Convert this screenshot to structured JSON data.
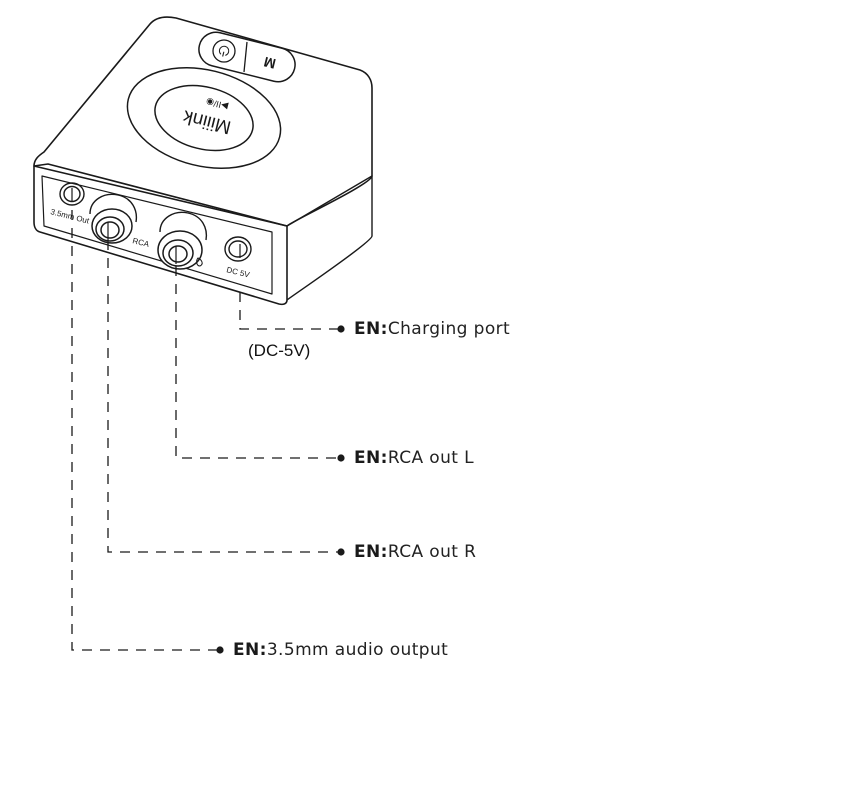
{
  "device": {
    "brand": "Miiink",
    "power_button_label": "⏻",
    "mode_button_label": "M",
    "play_pause_glyph": "▶II/◉",
    "port_labels": {
      "aux": "3.5mm Out",
      "rca": "RCA",
      "dc": "DC 5V"
    }
  },
  "callouts": [
    {
      "id": "charging",
      "prefix": "EN:",
      "text": "Charging port",
      "sublabel": "(DC-5V)"
    },
    {
      "id": "rca-l",
      "prefix": "EN:",
      "text": "RCA out L"
    },
    {
      "id": "rca-r",
      "prefix": "EN:",
      "text": "RCA out R"
    },
    {
      "id": "aux",
      "prefix": "EN:",
      "text": "3.5mm audio output"
    }
  ],
  "colors": {
    "line": "#1a1a1a",
    "background": "#ffffff"
  }
}
